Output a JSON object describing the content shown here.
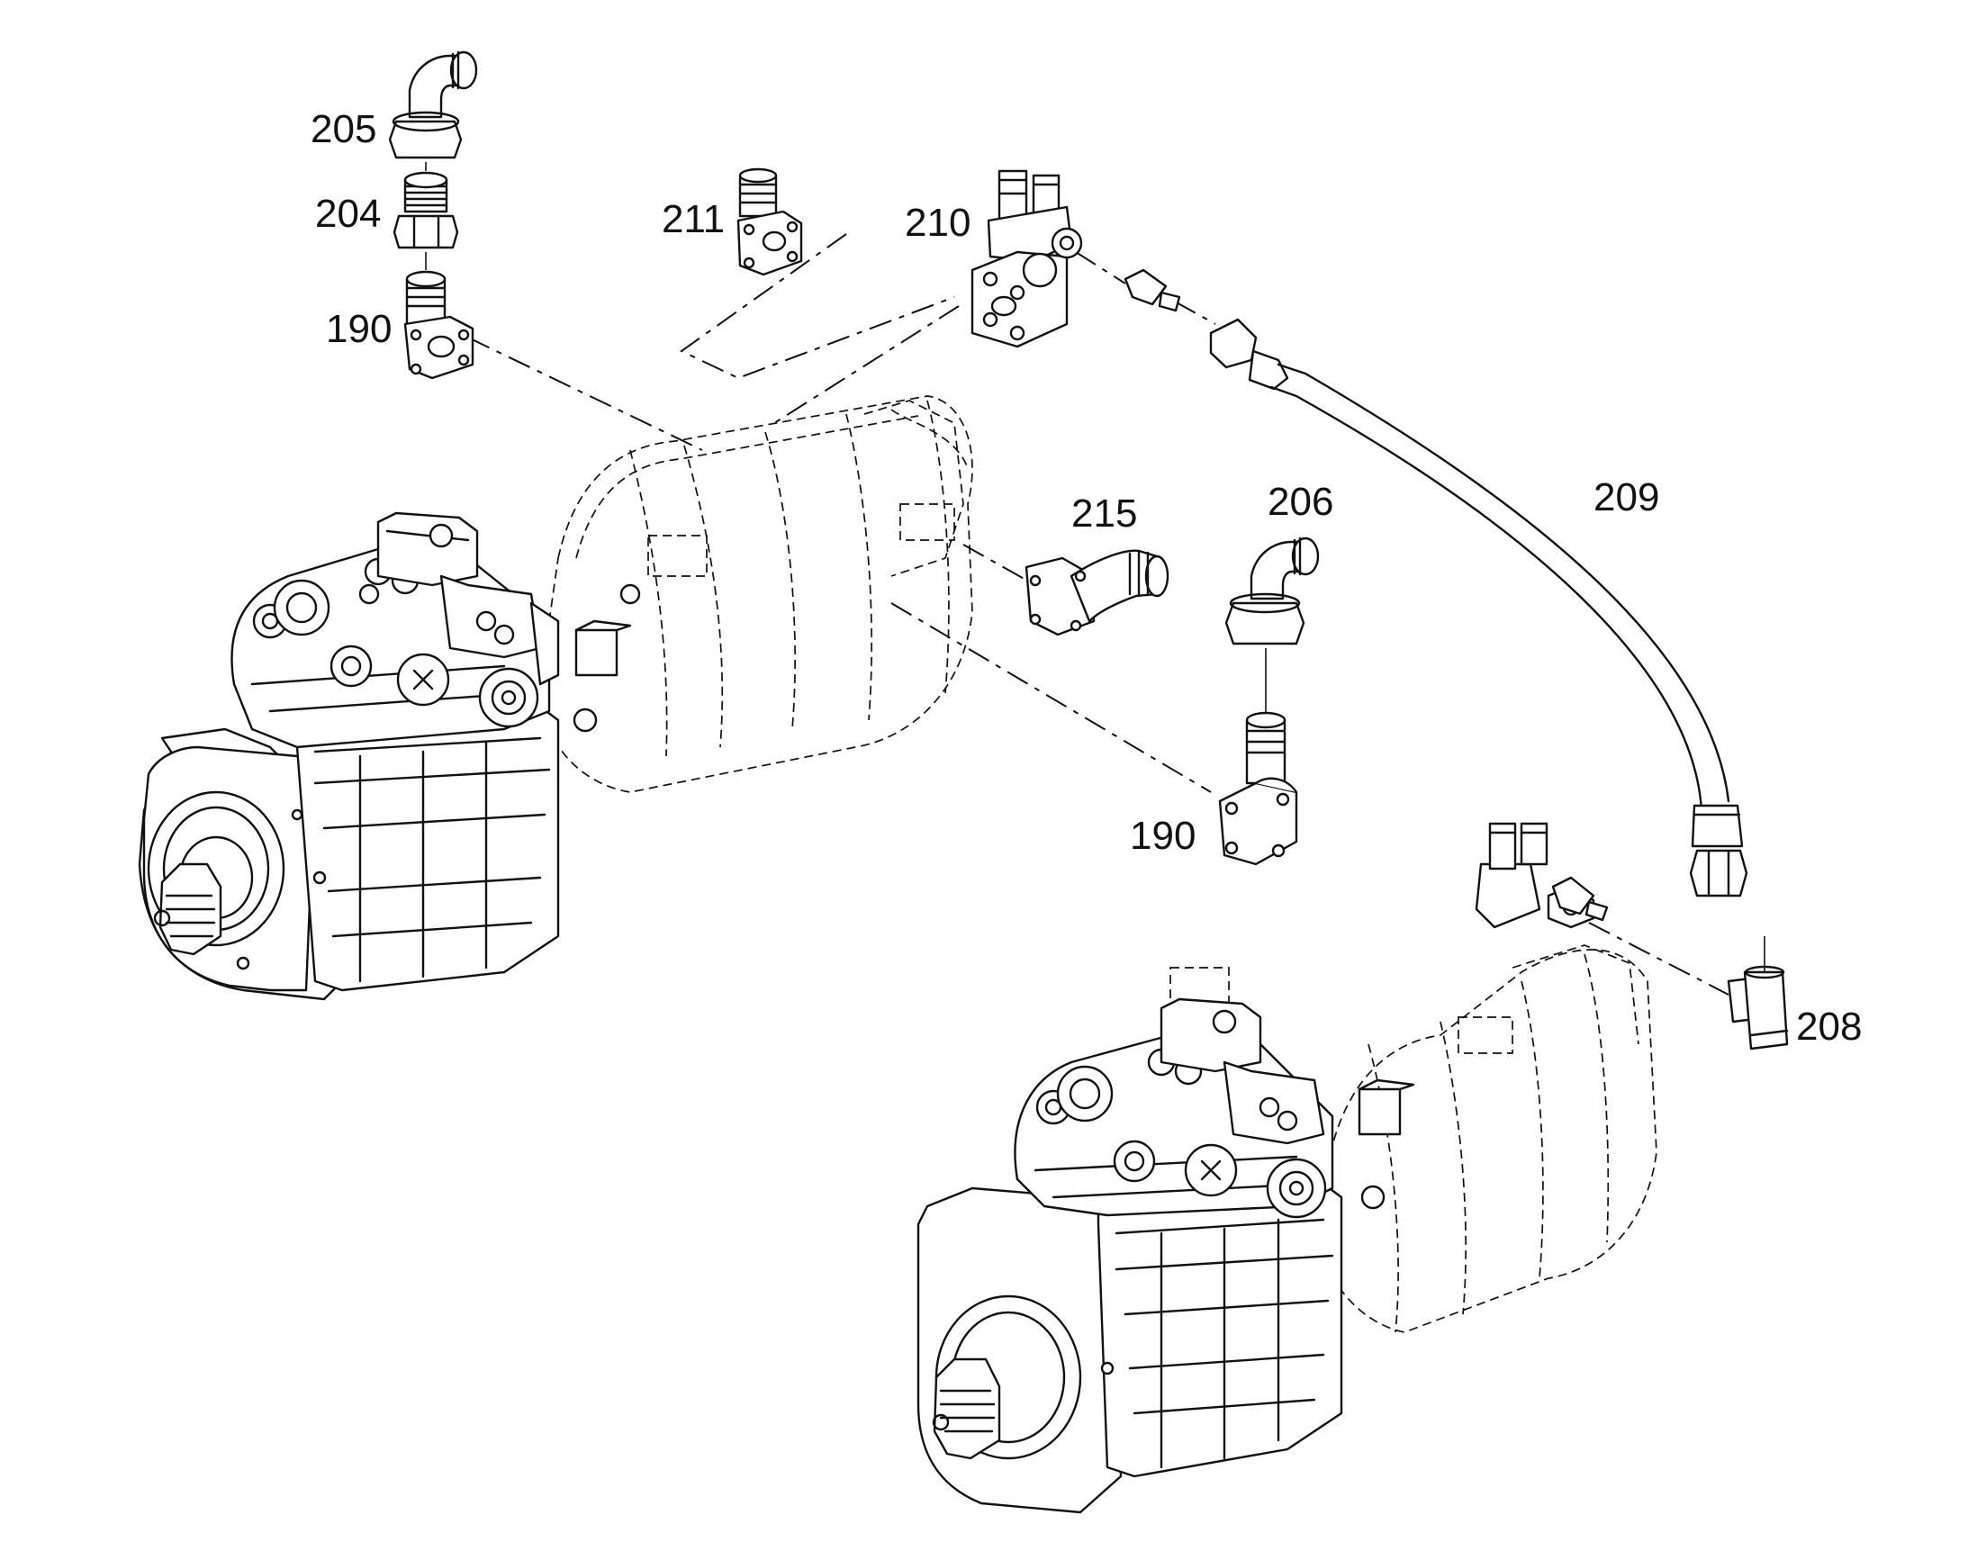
{
  "callouts": {
    "c205": "205",
    "c204": "204",
    "c190_top": "190",
    "c211": "211",
    "c210": "210",
    "c215": "215",
    "c206": "206",
    "c209": "209",
    "c190_mid": "190",
    "c208": "208"
  }
}
